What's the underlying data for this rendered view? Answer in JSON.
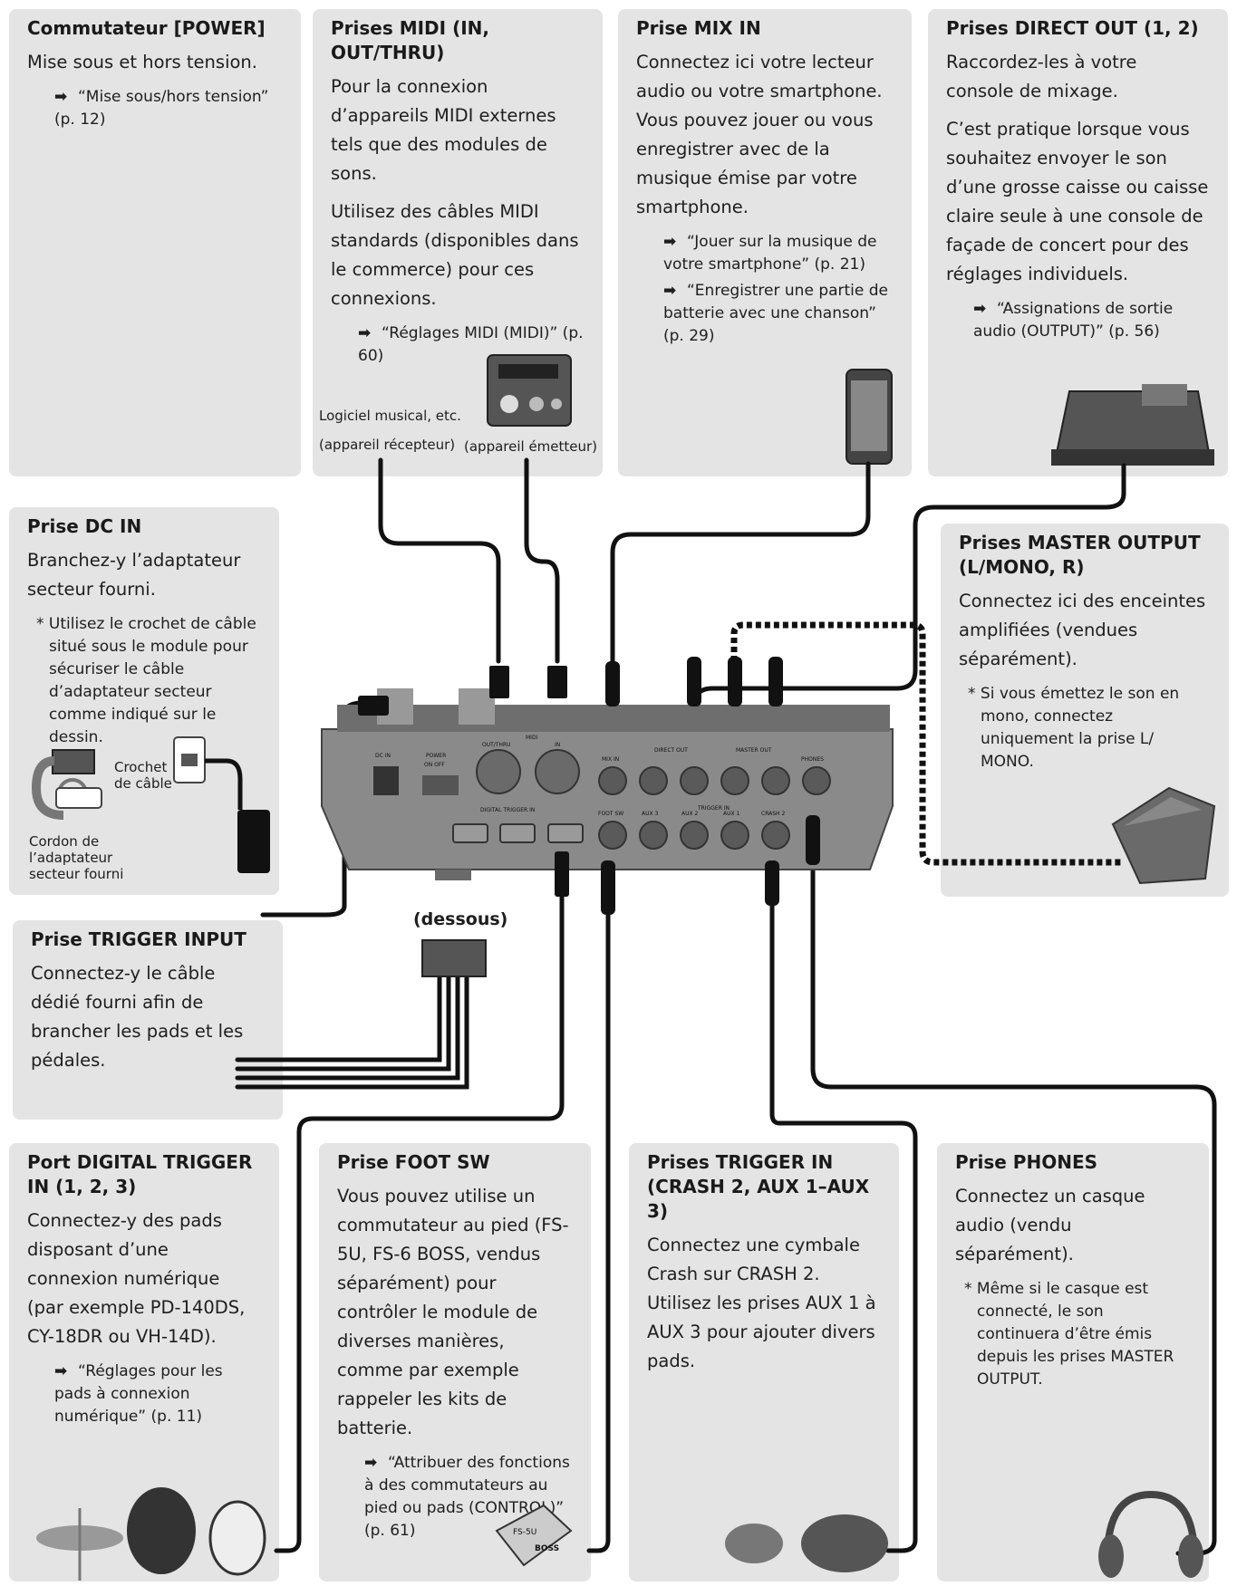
{
  "boxes": {
    "power": {
      "title": "Commutateur [POWER]",
      "text": "Mise sous et hors tension.",
      "ref": "“Mise sous/hors tension” (p. 12)"
    },
    "midi": {
      "title": "Prises MIDI (IN, OUT/THRU)",
      "text1": "Pour la connexion d’appareils MIDI externes tels que des modules de sons.",
      "text2": "Utilisez des câbles MIDI standards (disponibles dans le commerce) pour ces connexions.",
      "ref": "“Réglages MIDI (MIDI)” (p. 60)",
      "label_software": "Logiciel musical, etc.",
      "label_receiver": "(appareil récepteur)",
      "label_sender": "(appareil émetteur)"
    },
    "mixin": {
      "title": "Prise MIX IN",
      "text": "Connectez ici votre lecteur audio ou votre smartphone. Vous pouvez jouer ou vous enregistrer avec de la musique émise par votre smartphone.",
      "ref1": "“Jouer sur la musique de votre smartphone” (p. 21)",
      "ref2": "“Enregistrer une partie de batterie avec une chanson” (p. 29)"
    },
    "directout": {
      "title": "Prises DIRECT OUT (1, 2)",
      "text1": "Raccordez-les à votre console de mixage.",
      "text2": "C’est pratique lorsque vous souhaitez envoyer le son d’une grosse caisse ou caisse claire seule à une console de façade de concert pour des réglages individuels.",
      "ref": "“Assignations de sortie audio (OUTPUT)” (p. 56)"
    },
    "dcin": {
      "title": "Prise DC IN",
      "text": "Branchez-y l’adaptateur secteur fourni.",
      "note": "Utilisez le crochet de câble situé sous le module pour sécuriser le câble d’adaptateur secteur comme indiqué sur le dessin.",
      "label_hook": "Crochet de câble",
      "label_cord": "Cordon de l’adaptateur secteur fourni"
    },
    "masterout": {
      "title": "Prises MASTER OUTPUT (L/MONO, R)",
      "text": "Connectez ici des enceintes amplifiées (vendues séparément).",
      "note": "Si vous émettez le son en mono, connectez uniquement la prise L/ MONO."
    },
    "triggerinput": {
      "title": "Prise TRIGGER INPUT",
      "text": "Connectez-y le câble dédié fourni afin de brancher les pads et les pédales."
    },
    "digital": {
      "title": "Port DIGITAL TRIGGER IN (1, 2, 3)",
      "text": "Connectez-y des pads disposant d’une connexion numérique (par exemple PD-140DS, CY-18DR ou VH-14D).",
      "ref": "“Réglages pour les pads à connexion numérique” (p. 11)"
    },
    "footsw": {
      "title": "Prise FOOT SW",
      "text": "Vous pouvez utilise un commutateur au pied (FS-5U, FS-6 BOSS, vendus séparément) pour contrôler le module de diverses manières, comme par exemple rappeler les kits de batterie.",
      "ref": "“Attribuer des fonctions à des commutateurs au pied ou pads (CONTROL)” (p. 61)"
    },
    "triggerin": {
      "title": "Prises TRIGGER IN (CRASH 2, AUX 1–AUX 3)",
      "text1": "Connectez une cymbale Crash sur CRASH 2.",
      "text2": "Utilisez les prises AUX 1 à AUX 3 pour ajouter divers pads."
    },
    "phones": {
      "title": "Prise PHONES",
      "text": "Connectez un casque audio (vendu séparément).",
      "note": "Même si le casque est connecté, le son continuera d’être émis depuis les prises MASTER OUTPUT."
    }
  },
  "diagram": {
    "underside_label": "(dessous)",
    "panel_labels": {
      "dcin": "DC IN",
      "power": "POWER",
      "on_off": "ON  OFF",
      "midi": "MIDI",
      "out_thru": "OUT/THRU",
      "in": "IN",
      "mixin": "MIX IN",
      "directout": "DIRECT OUT",
      "masterout": "MASTER OUT",
      "phones": "PHONES",
      "digital": "DIGITAL TRIGGER IN",
      "footsw": "FOOT SW",
      "triggerin": "TRIGGER IN",
      "aux3": "AUX 3",
      "aux2": "AUX 2",
      "aux1": "AUX 1",
      "crash2": "CRASH 2"
    },
    "fs_label": "FS-5U",
    "boss_label": "BOSS"
  },
  "icons": [
    "arrow-right-icon"
  ],
  "colors": {
    "box_bg": "#e4e4e4",
    "cable": "#111111",
    "device": "#777777"
  }
}
